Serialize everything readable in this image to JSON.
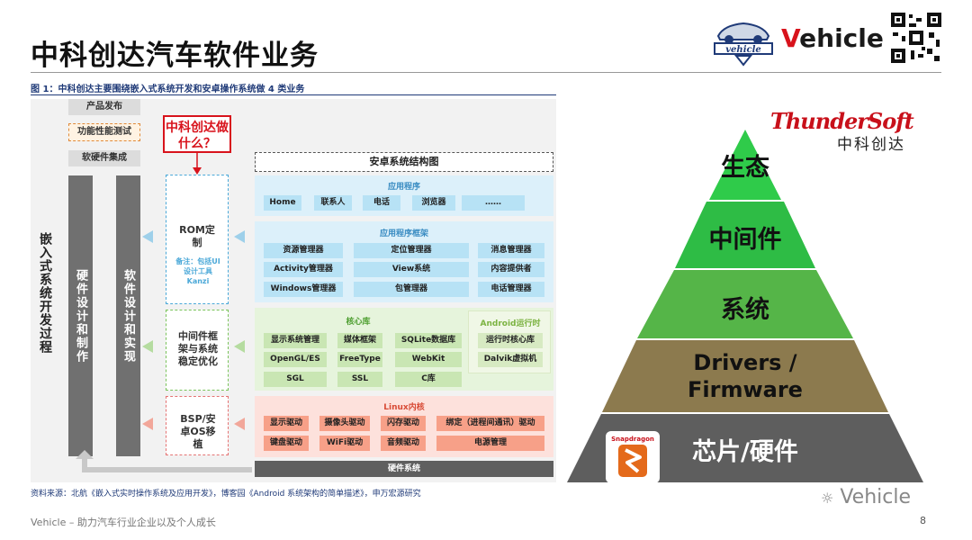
{
  "page": {
    "title": "中科创达汽车软件业务",
    "brand": "Vehicle",
    "brand_first": "V",
    "brand_rest": "ehicle",
    "figure_title": "图 1：中科创达主要围绕嵌入式系统开发和安卓操作系统做 4 类业务",
    "source": "资料来源：北航《嵌入式实时操作系统及应用开发》，博客园《Android 系统架构的简单描述》，申万宏源研究",
    "footer": "Vehicle – 助力汽车行业企业以及个人成长",
    "page_number": "8",
    "watermark": "Vehicle"
  },
  "left": {
    "side_label": "嵌入式系统开发过程",
    "stage_release": "产品发布",
    "stage_test": "功能性能测试",
    "stage_integration": "软硬件集成",
    "bar_hw": "硬件设计和制作",
    "bar_sw": "软件设计和实现",
    "ask": "中科创达做什么？",
    "rom_title": "ROM定制",
    "rom_note": "备注：包括UI设计工具Kanzi",
    "middleware_box": "中间件框架与系统稳定优化",
    "bsp_box": "BSP/安卓OS移植"
  },
  "arch": {
    "title": "安卓系统结构图",
    "apps": {
      "title": "应用程序",
      "items": [
        "Home",
        "联系人",
        "电话",
        "浏览器",
        "……"
      ]
    },
    "framework": {
      "title": "应用程序框架",
      "items": [
        "资源管理器",
        "定位管理器",
        "消息管理器",
        "Activity管理器",
        "View系统",
        "内容提供者",
        "Windows管理器",
        "包管理器",
        "电话管理器"
      ]
    },
    "libs": {
      "title": "核心库",
      "items": [
        "显示系统管理",
        "媒体框架",
        "SQLite数据库",
        "OpenGL/ES",
        "FreeType",
        "WebKit",
        "SGL",
        "SSL",
        "C库"
      ]
    },
    "runtime": {
      "title": "Android运行时",
      "items": [
        "运行时核心库",
        "Dalvik虚拟机"
      ]
    },
    "kernel": {
      "title": "Linux内核",
      "items": [
        "显示驱动",
        "摄像头驱动",
        "闪存驱动",
        "绑定（进程间通讯）驱动",
        "键盘驱动",
        "WiFi驱动",
        "音频驱动",
        "电源管理"
      ]
    },
    "hardware": "硬件系统"
  },
  "pyramid": {
    "brand_logo": "ThunderSoft",
    "brand_cn": "中科创达",
    "levels": [
      "生态",
      "中间件",
      "系统",
      "Drivers / Firmware",
      "芯片/硬件"
    ],
    "level_colors": [
      "#2fcb4a",
      "#2ebc45",
      "#52b347",
      "#8c7a4e",
      "#5e5e5e"
    ],
    "chip_label": "Snapdragon"
  }
}
